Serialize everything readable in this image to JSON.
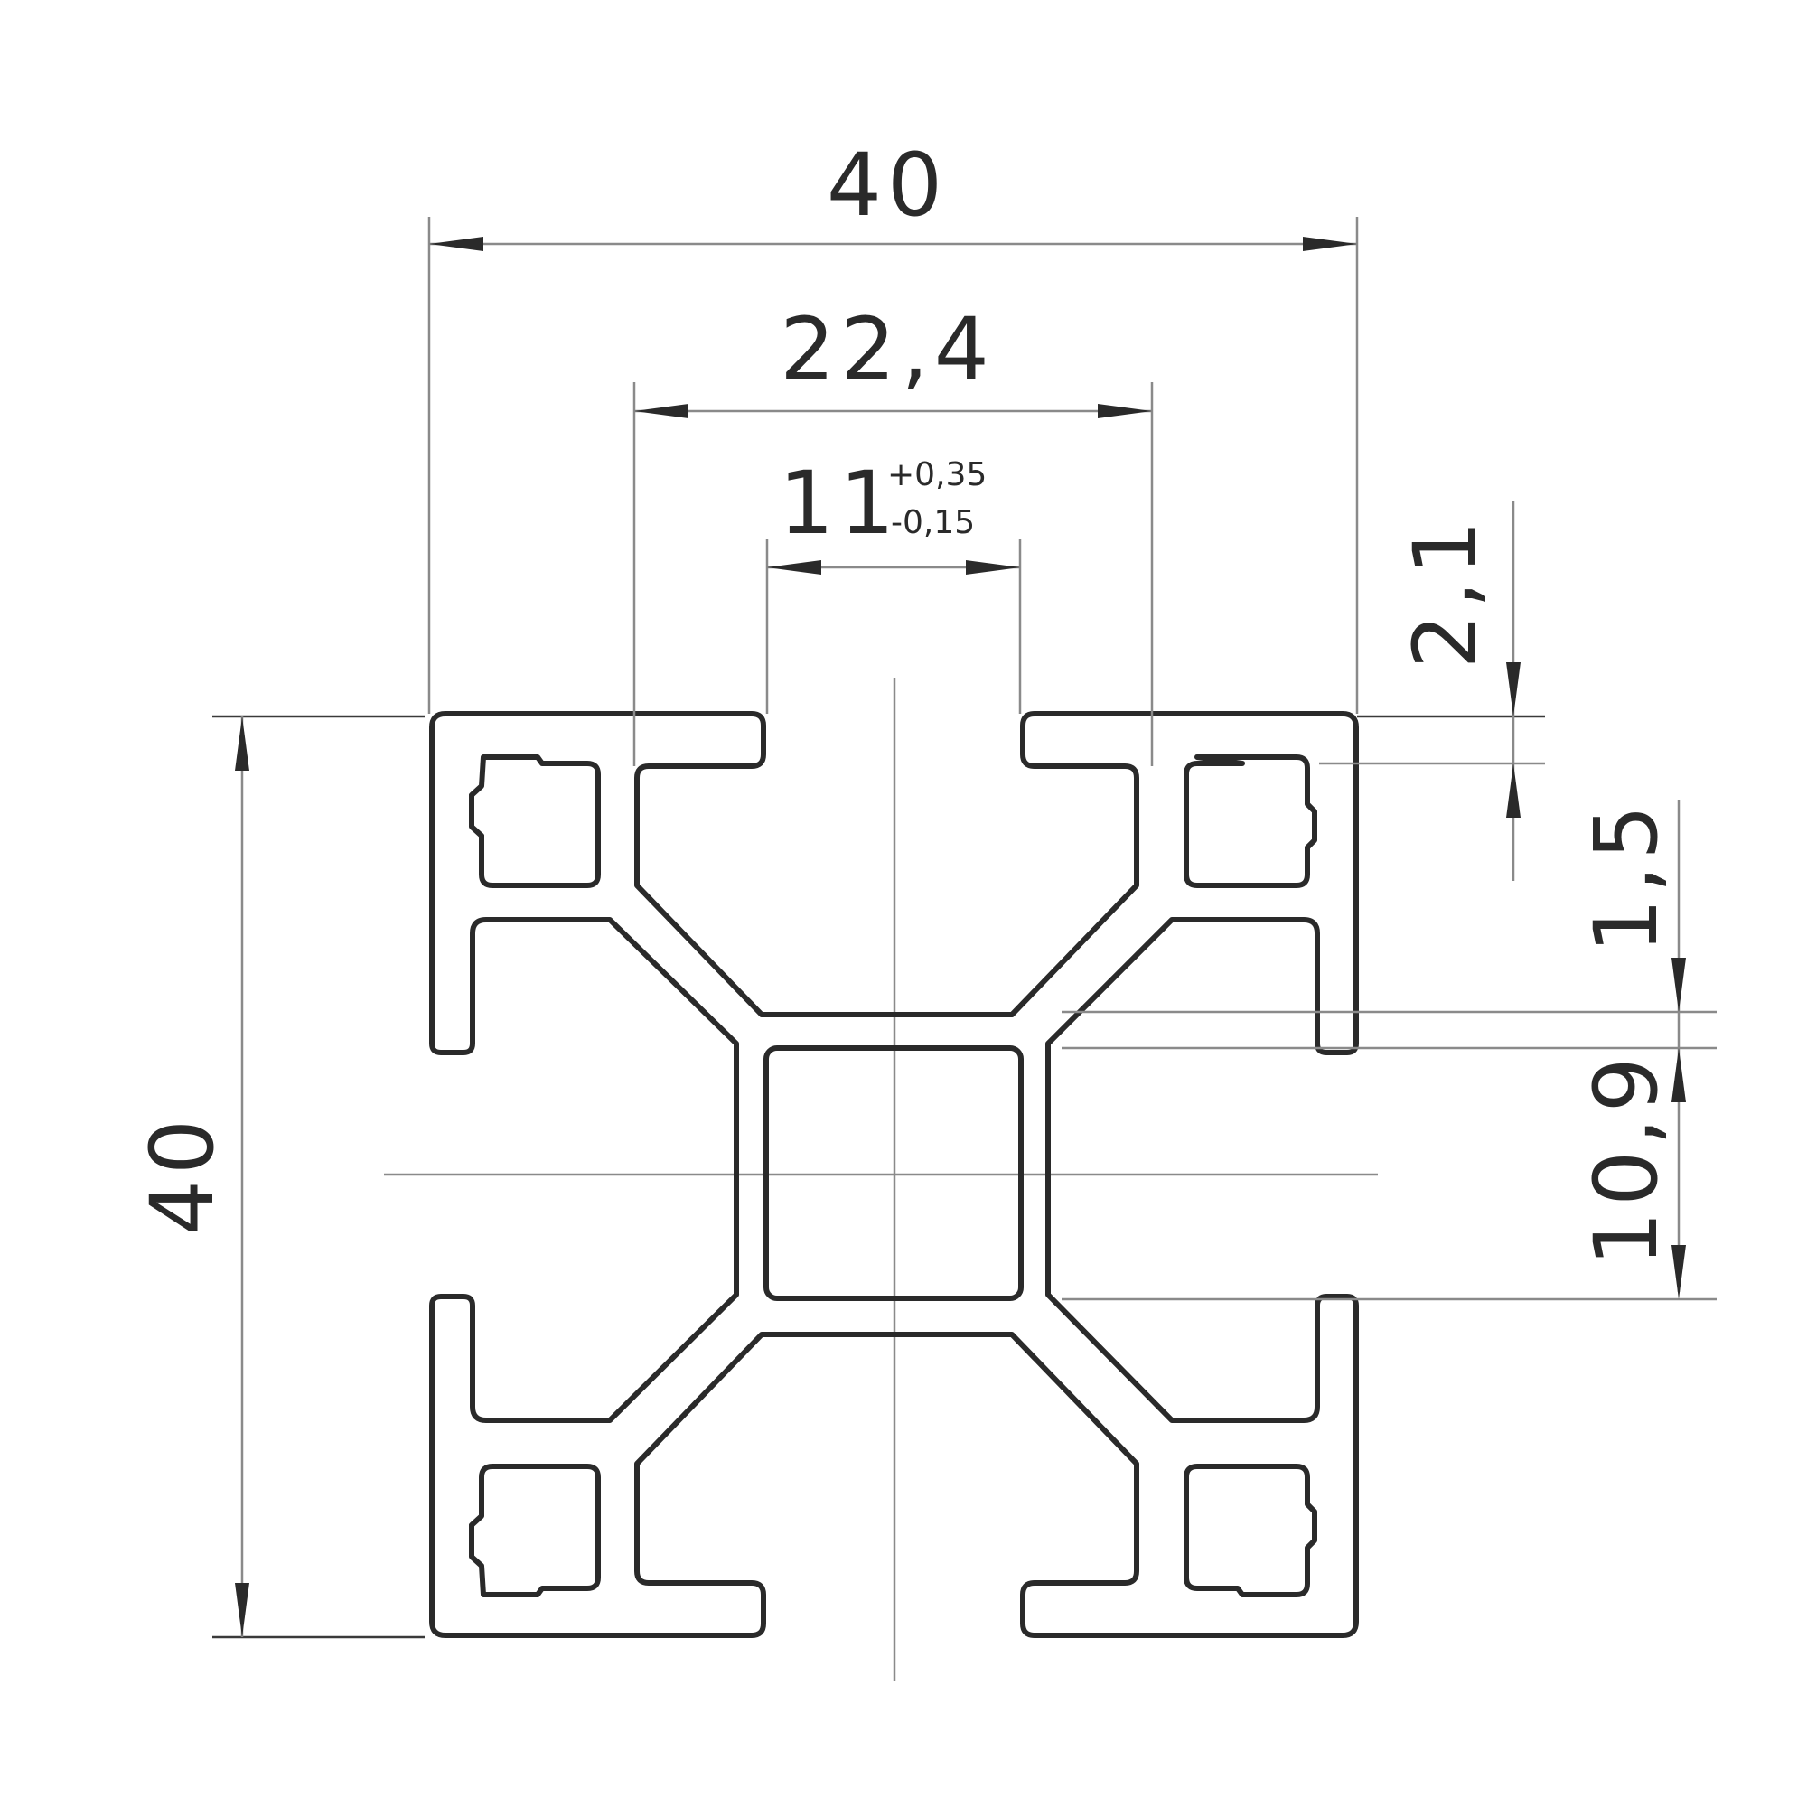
{
  "drawing": {
    "dimensions": {
      "overall_width": "40",
      "groove_spacing": "22,4",
      "slot_width": "11",
      "slot_tol_upper": "+0,35",
      "slot_tol_lower": "-0,15",
      "lip_thickness": "2,1",
      "wall_thickness": "1,5",
      "core_height": "10,9",
      "overall_height": "40"
    }
  }
}
